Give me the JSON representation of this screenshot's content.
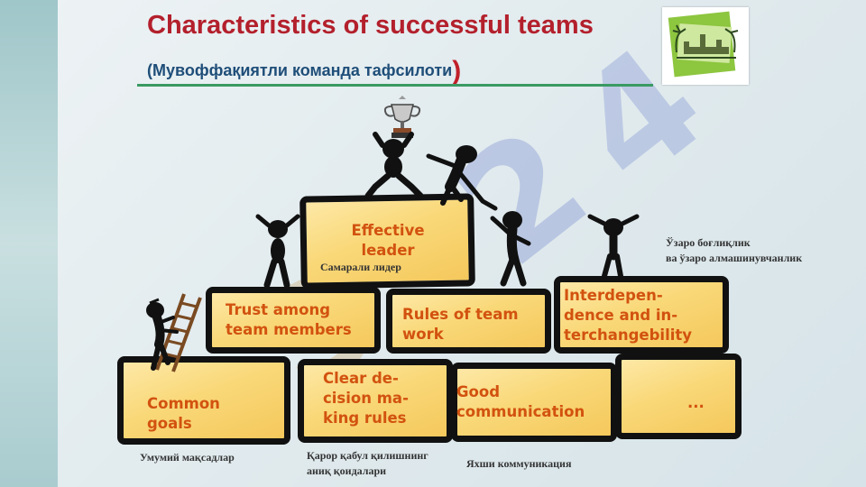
{
  "header": {
    "title": "Characteristics of successful teams",
    "subtitle": "(Мувоффақиятли команда тафсилоти",
    "subtitle_paren": ")"
  },
  "colors": {
    "title": "#b3202c",
    "subtitle": "#1f4e79",
    "rule": "#3a9a62",
    "brick_fill": "#f9d878",
    "brick_border": "#111111",
    "label_text": "#d2520f"
  },
  "bricks": [
    {
      "label": "Effective leader",
      "caption": "Самарали лидер"
    },
    {
      "label": "Trust among team members",
      "caption": ""
    },
    {
      "label": "Rules of team work",
      "caption": ""
    },
    {
      "label": "Interdependence and interchangebility",
      "caption": "Ўзаро боғлиқлик ва ўзаро алмашинувчанлик"
    },
    {
      "label": "Common goals",
      "caption": "Умумий мақсадлар"
    },
    {
      "label": "Clear decision making rules",
      "caption": "Қарор қабул қилишнинг аниқ қоидалари"
    },
    {
      "label": "Good communication",
      "caption": "Яхши коммуникация"
    },
    {
      "label": "...",
      "caption": ""
    }
  ],
  "text": {
    "effective_l1": "Effective",
    "effective_l2": "leader",
    "effective_cap": "Самарали лидер",
    "trust_l1": "Trust among",
    "trust_l2": "team members",
    "rules_l1": "Rules of team",
    "rules_l2": "work",
    "inter_l1": "Interdepen-",
    "inter_l2": "dence and in-",
    "inter_l3": "terchangebility",
    "inter_cap_l1": "Ўзаро боғлиқлик",
    "inter_cap_l2": "ва ўзаро алмашинувчанлик",
    "common_l1": "Common",
    "common_l2": "goals",
    "common_cap": "Умумий мақсадлар",
    "clear_l1": "Clear de-",
    "clear_l2": "cision ma-",
    "clear_l3": "king rules",
    "clear_cap_l1": "Қарор қабул қилишнинг",
    "clear_cap_l2": "аниқ қоидалари",
    "good_l1": "Good",
    "good_l2": "communication",
    "good_cap": "Яхши коммуникация",
    "more": "..."
  },
  "icons": [
    "trophy-icon",
    "climbing-figure-icon",
    "cheering-figure-icon",
    "ladder-icon",
    "logo-image"
  ]
}
